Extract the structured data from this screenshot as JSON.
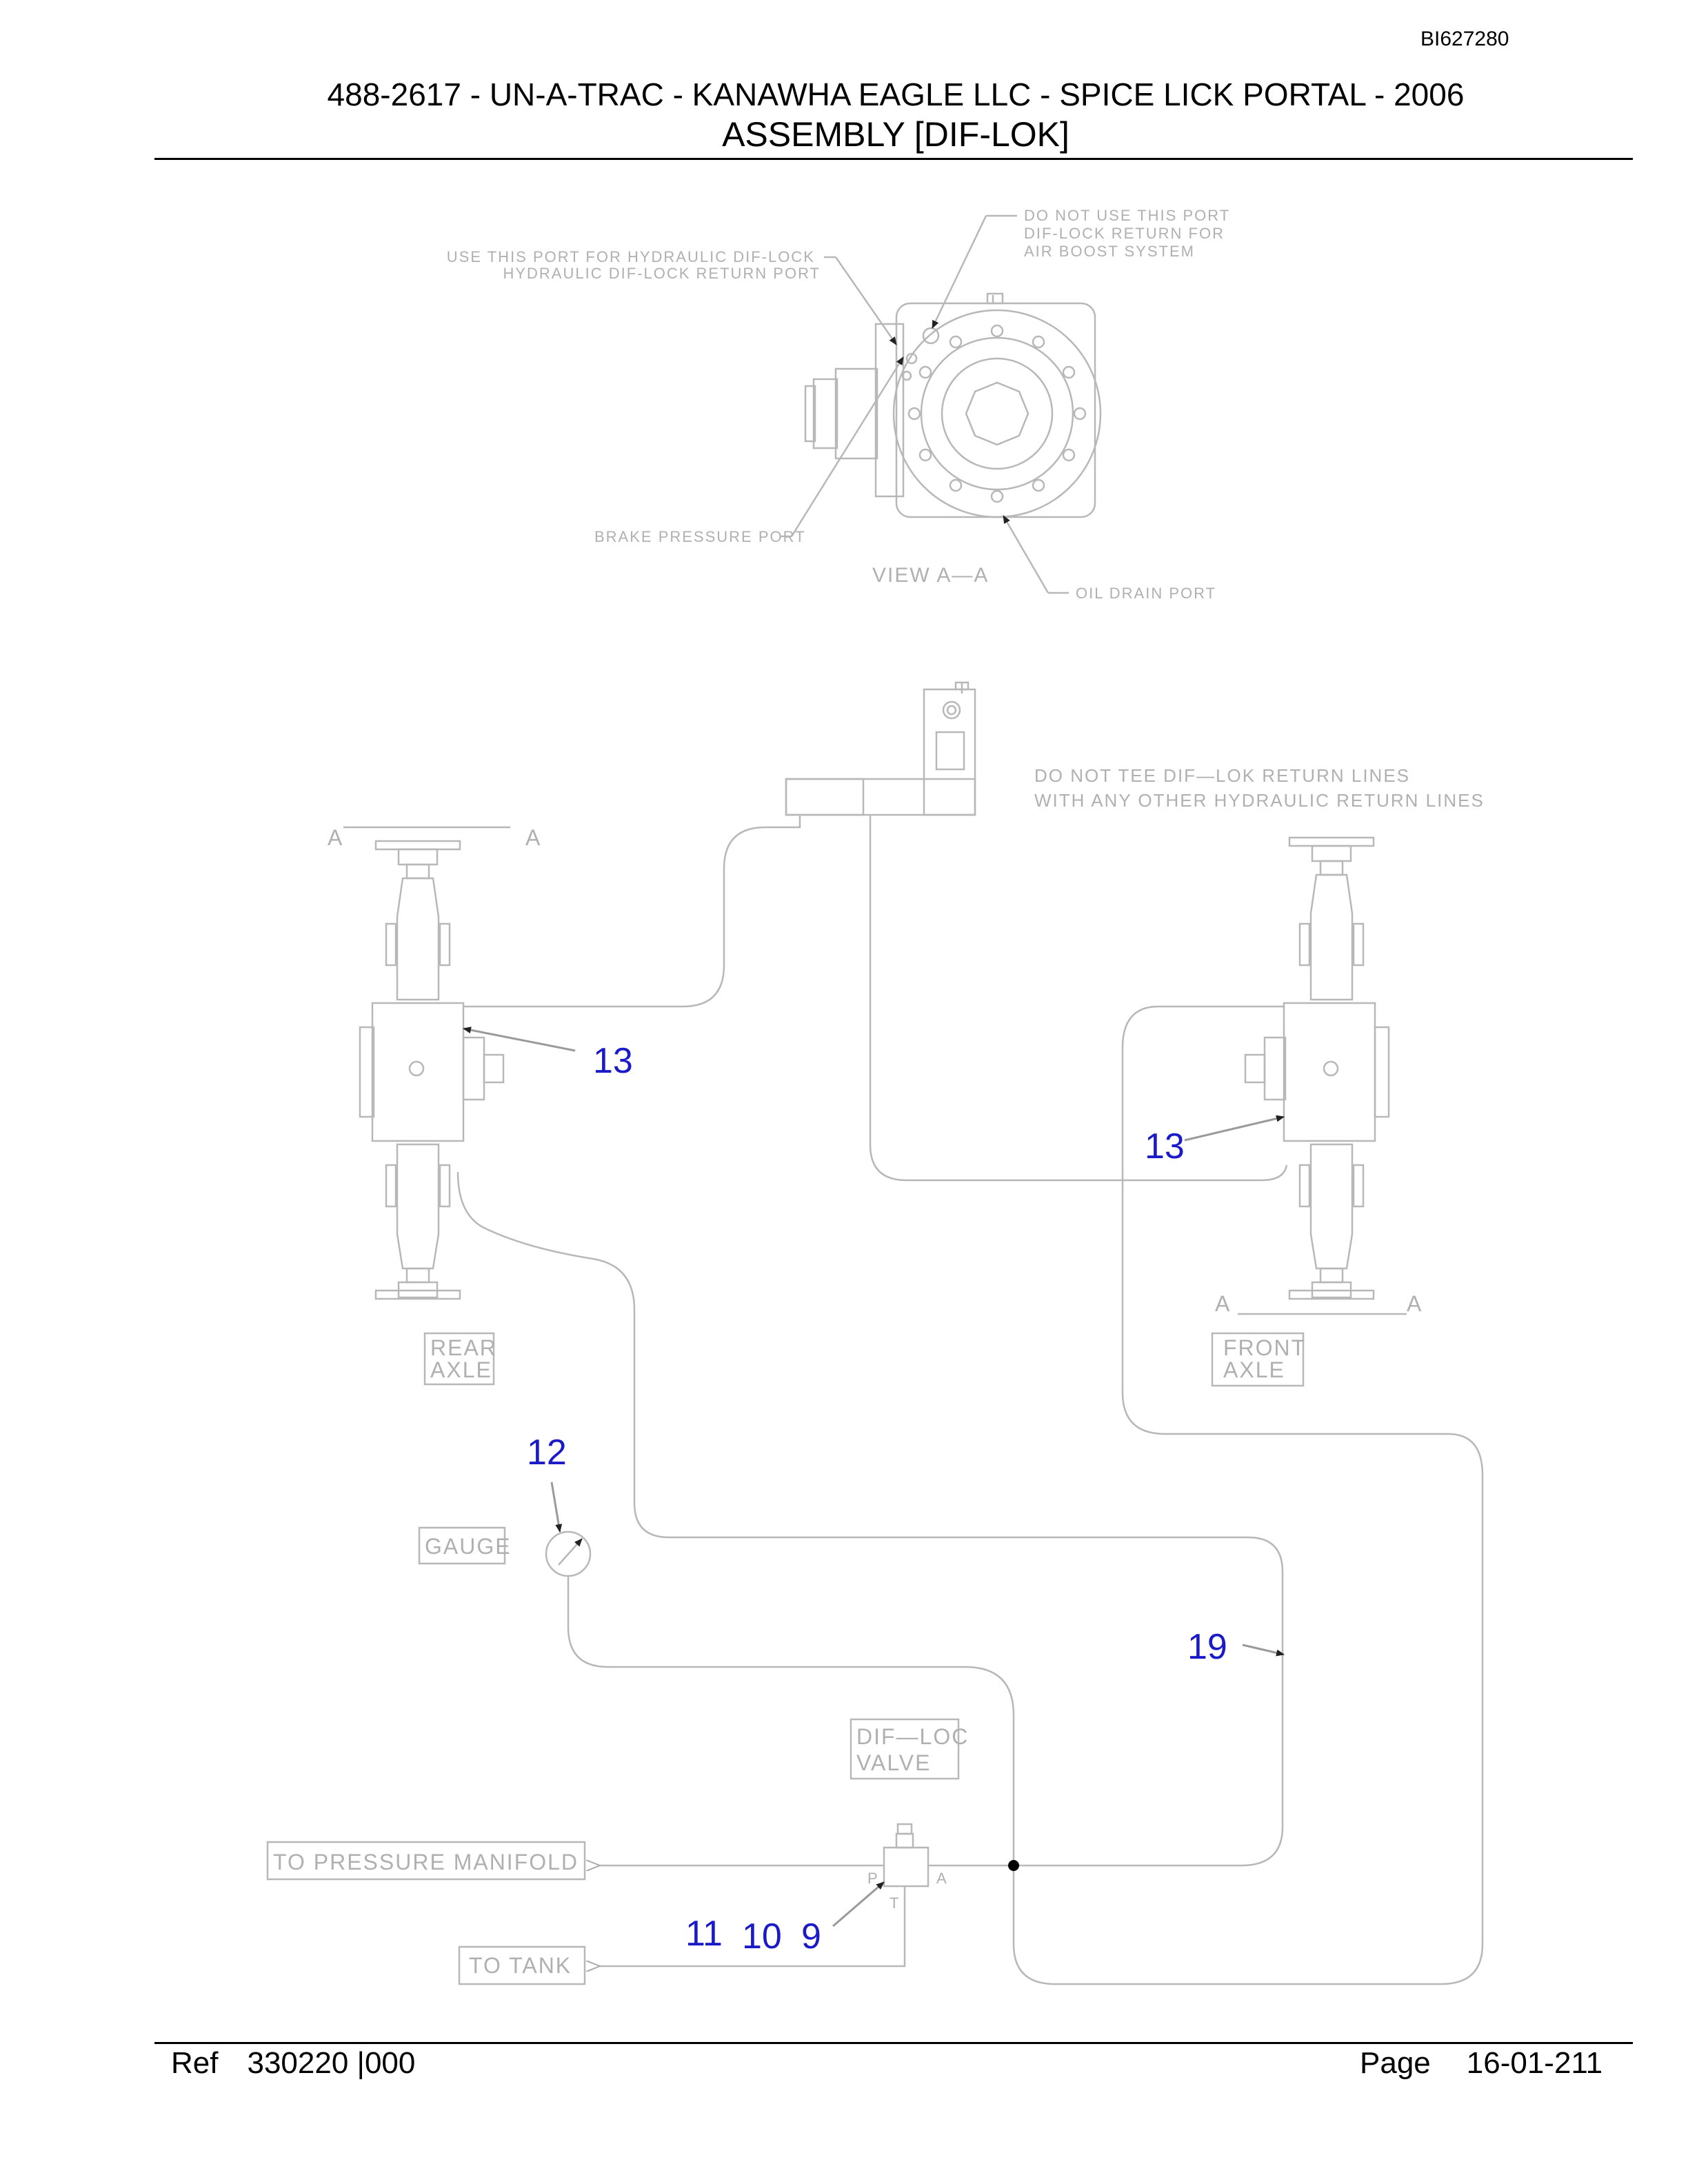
{
  "header": {
    "doc_id": "BI627280",
    "title_line1": "488-2617 - UN-A-TRAC - KANAWHA EAGLE LLC - SPICE LICK PORTAL - 2006",
    "title_line2": "ASSEMBLY [DIF-LOK]"
  },
  "annotations": {
    "do_not_use_port": [
      "DO NOT USE THIS PORT",
      "DIF-LOCK RETURN FOR",
      "AIR BOOST SYSTEM"
    ],
    "use_this_port": [
      "USE THIS PORT FOR HYDRAULIC DIF-LOCK",
      "HYDRAULIC DIF-LOCK RETURN PORT"
    ],
    "brake_pressure_port": "BRAKE PRESSURE PORT",
    "view_aa": "VIEW A—A",
    "oil_drain_port": "OIL DRAIN PORT",
    "do_not_tee": [
      "DO NOT TEE DIF—LOK RETURN LINES",
      "WITH ANY OTHER HYDRAULIC RETURN LINES"
    ],
    "section_a": "A",
    "port_p": "P",
    "port_a": "A",
    "port_t": "T"
  },
  "labels": {
    "rear_axle": [
      "REAR",
      "AXLE"
    ],
    "front_axle": [
      "FRONT",
      "AXLE"
    ],
    "gauge": "GAUGE",
    "difloc_valve": [
      "DIF—LOC",
      "VALVE"
    ],
    "to_pressure_manifold": "TO PRESSURE MANIFOLD",
    "to_tank": "TO TANK"
  },
  "callouts": {
    "rear_13": "13",
    "front_13": "13",
    "gauge_12": "12",
    "line_19": "19",
    "valve_11": "11",
    "valve_10": "10",
    "valve_9": "9"
  },
  "footer": {
    "ref_label": "Ref",
    "ref_number": "330220 |000",
    "page_label": "Page",
    "page_number": "16-01-211"
  }
}
